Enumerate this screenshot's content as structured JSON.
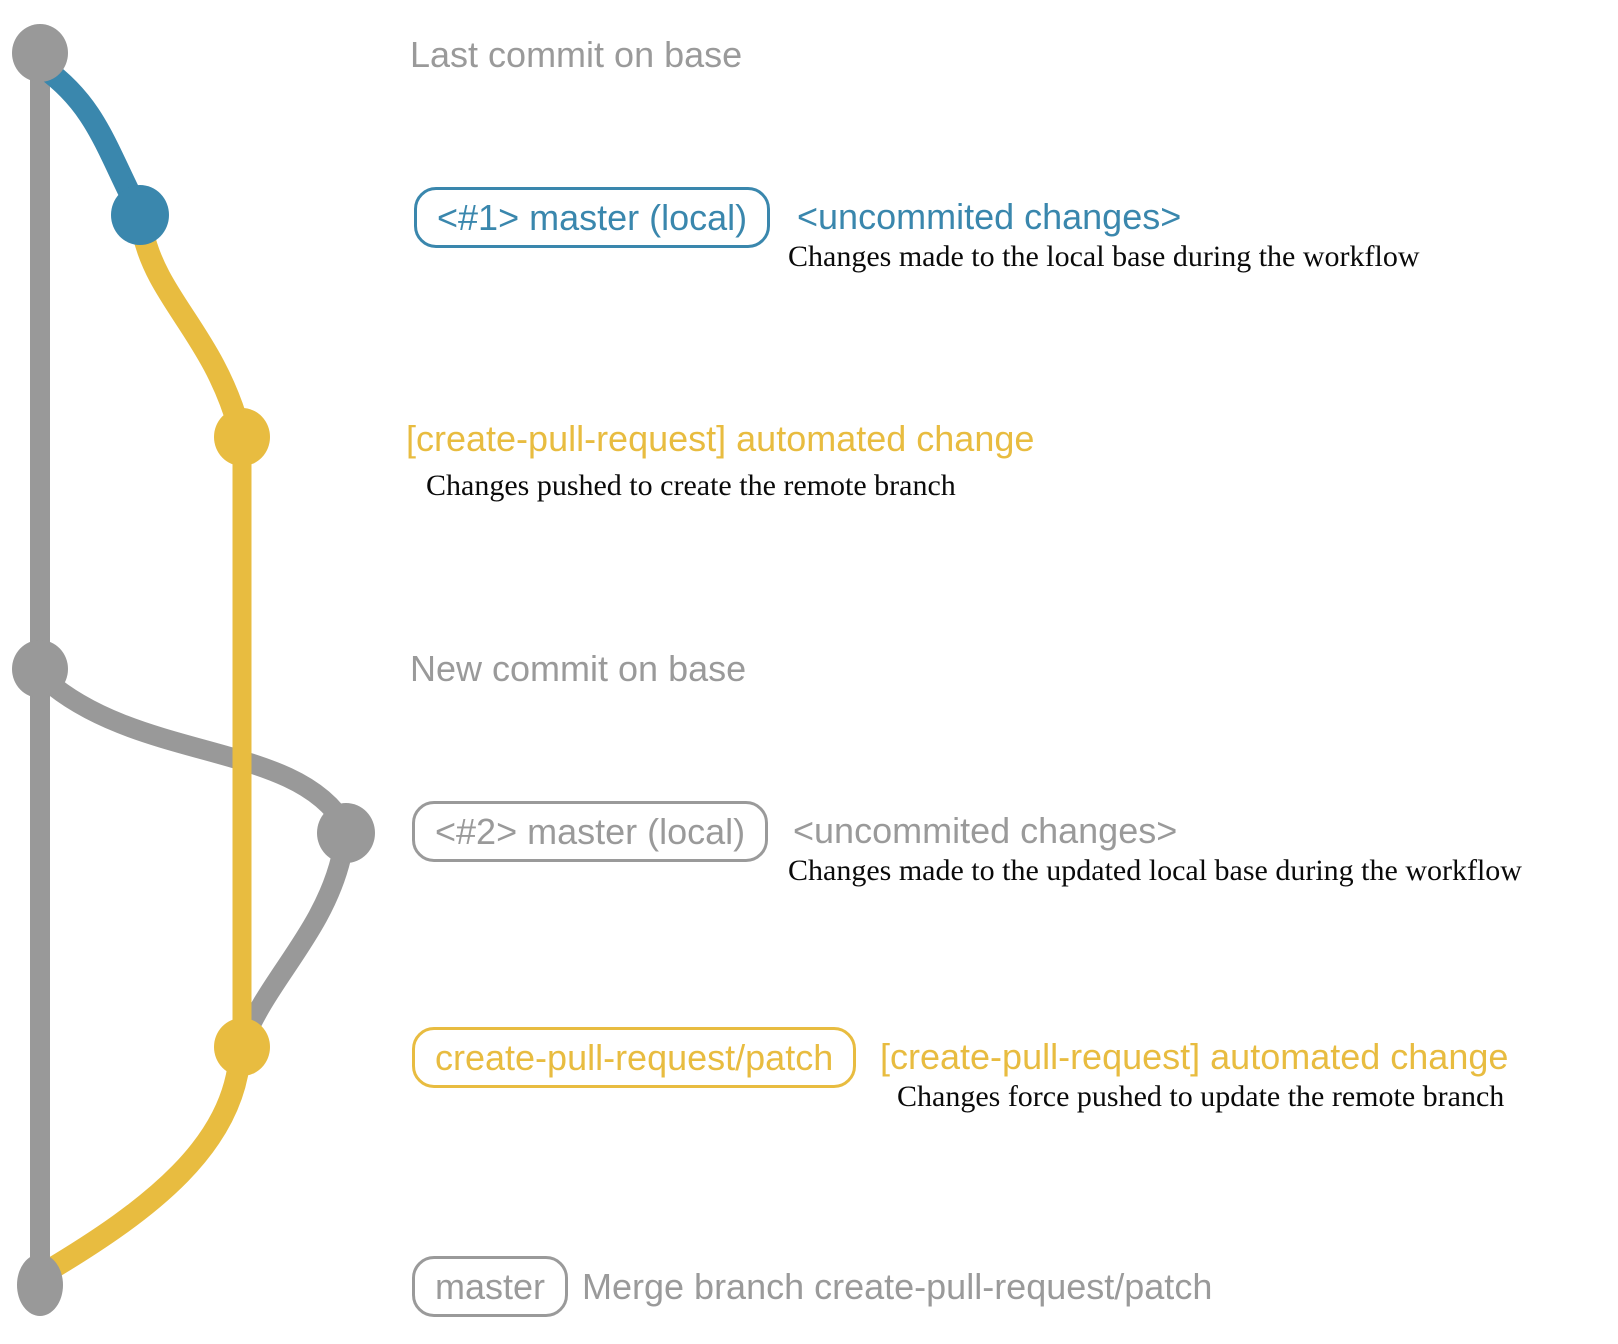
{
  "colors": {
    "gray": "#999999",
    "gray_text": "#9a9a9a",
    "blue": "#3a87ad",
    "yellow": "#e8bc40",
    "dark": "#0a0a0a"
  },
  "graph": {
    "branches": {
      "base_line": "remote base branch (master)",
      "local_curve_1": "local master branch with commit #1",
      "patch_line": "create-pull-request/patch branch",
      "local_curve_2": "updated local master branch with commit #2",
      "merge_curve": "merge of create-pull-request/patch into master"
    },
    "commits": {
      "last_base": "last commit on base",
      "local_1": "commit #1 on local master",
      "patch_1": "pushed commit on patch branch",
      "new_base": "new commit on base",
      "local_2": "commit #2 on updated local master",
      "patch_2": "force pushed commit on patch branch",
      "merge": "merge commit on master"
    }
  },
  "rows": {
    "last_commit": {
      "label": "Last commit on base"
    },
    "commit1": {
      "badge": "<#1> master (local)",
      "status": "<uncommited changes>",
      "description": "Changes made to the local base during the workflow"
    },
    "push1": {
      "label": "[create-pull-request] automated change",
      "description": "Changes pushed to create the remote branch"
    },
    "new_commit": {
      "label": "New commit on base"
    },
    "commit2": {
      "badge": "<#2> master (local)",
      "status": "<uncommited changes>",
      "description": "Changes made to the updated local base during the workflow"
    },
    "push2": {
      "badge": "create-pull-request/patch",
      "label": "[create-pull-request] automated change",
      "description": "Changes force pushed to update the remote branch"
    },
    "merge": {
      "badge": "master",
      "label": "Merge branch create-pull-request/patch"
    }
  }
}
